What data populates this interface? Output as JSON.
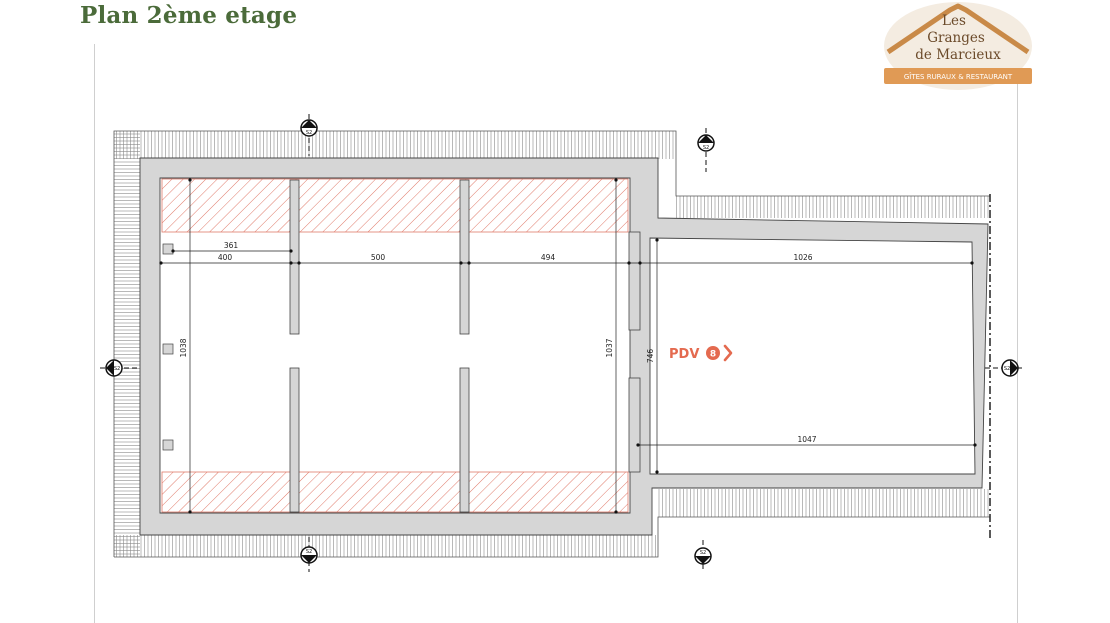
{
  "title": "Plan 2ème etage",
  "logo": {
    "line1": "Les",
    "line2": "Granges",
    "line3": "de Marcieux",
    "tagline": "GÎTES RURAUX & RESTAURANT"
  },
  "dimensions": {
    "d361": "361",
    "d400": "400",
    "d500": "500",
    "d494": "494",
    "d1026": "1026",
    "d1038": "1038",
    "d1037": "1037",
    "d746": "746",
    "d1047": "1047"
  },
  "pdv": {
    "label": "PDV",
    "number": "8"
  },
  "section_markers": {
    "label": "S2"
  },
  "colors": {
    "title": "#4b6b3a",
    "wall": "#d6d6d6",
    "hatch": "#e07a6a",
    "pdv": "#e46a4f",
    "logo_brown": "#6b4a2a",
    "logo_orange": "#e09a55"
  }
}
